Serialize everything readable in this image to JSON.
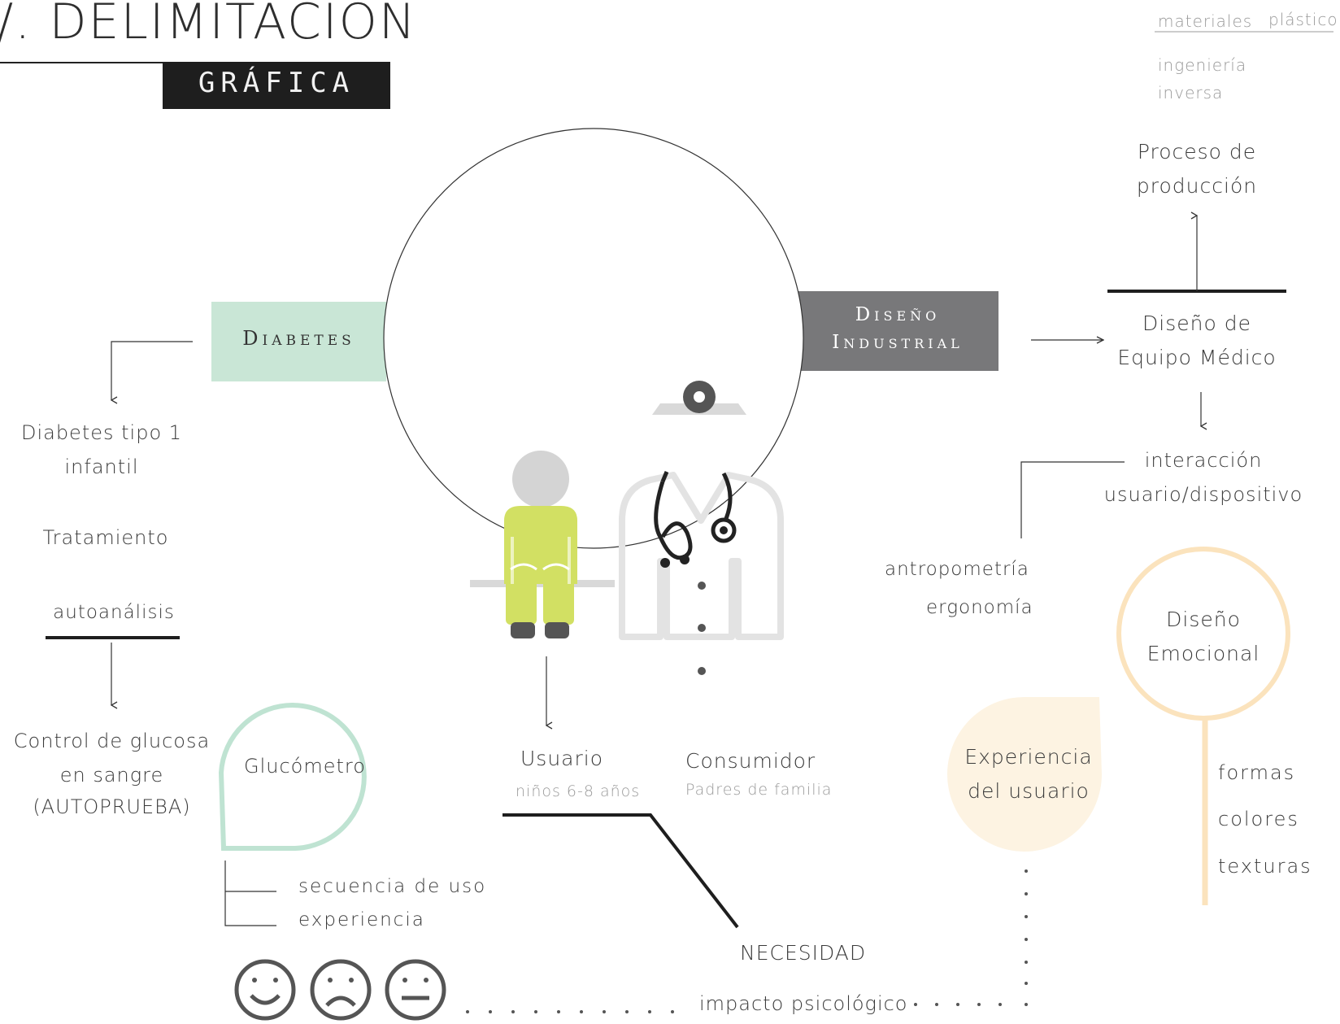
{
  "header": {
    "title": "/. DELIMITACION",
    "subtitle": "GRÁFICA"
  },
  "top_right": {
    "tag1": "materiales",
    "tag2": "plástico",
    "line1": "ingeniería",
    "line2": "inversa"
  },
  "boxes": {
    "diabetes": "Diabetes",
    "diseno_line1": "Diseño",
    "diseno_line2": "Industrial"
  },
  "left_branch": {
    "item1_line1": "Diabetes tipo 1",
    "item1_line2": "infantil",
    "item2": "Tratamiento",
    "item3": "autoanálisis",
    "item4_line1": "Control de glucosa",
    "item4_line2": "en sangre",
    "item4_line3": "(AUTOPRUEBA)"
  },
  "glucometro": {
    "label": "Glucómetro",
    "sub1": "secuencia de uso",
    "sub2": "experiencia"
  },
  "center": {
    "usuario": "Usuario",
    "usuario_sub": "niños 6-8 años",
    "consumidor": "Consumidor",
    "consumidor_sub": "Padres de familia",
    "necesidad": "NECESIDAD",
    "impacto": "impacto psicológico"
  },
  "right_branch": {
    "proceso_line1": "Proceso de",
    "proceso_line2": "producción",
    "equipo_line1": "Diseño de",
    "equipo_line2": "Equipo Médico",
    "interaccion_line1": "interacción",
    "interaccion_line2": "usuario/dispositivo",
    "antropometria": "antropometría",
    "ergonomia": "ergonomía",
    "emocional_line1": "Diseño",
    "emocional_line2": "Emocional",
    "formas": "formas",
    "colores": "colores",
    "texturas": "texturas",
    "experiencia_line1": "Experiencia",
    "experiencia_line2": "del usuario"
  },
  "colors": {
    "diabetes_box": "#c9e6d6",
    "diseno_box": "#78787a",
    "glucometro_ring": "#bfe3d2",
    "emocional_ring": "#fbe3bd",
    "experiencia_blob": "#fdf3e2",
    "child_body": "#d2e063",
    "child_head": "#d4d4d4",
    "black_box": "#1e1e1e"
  }
}
